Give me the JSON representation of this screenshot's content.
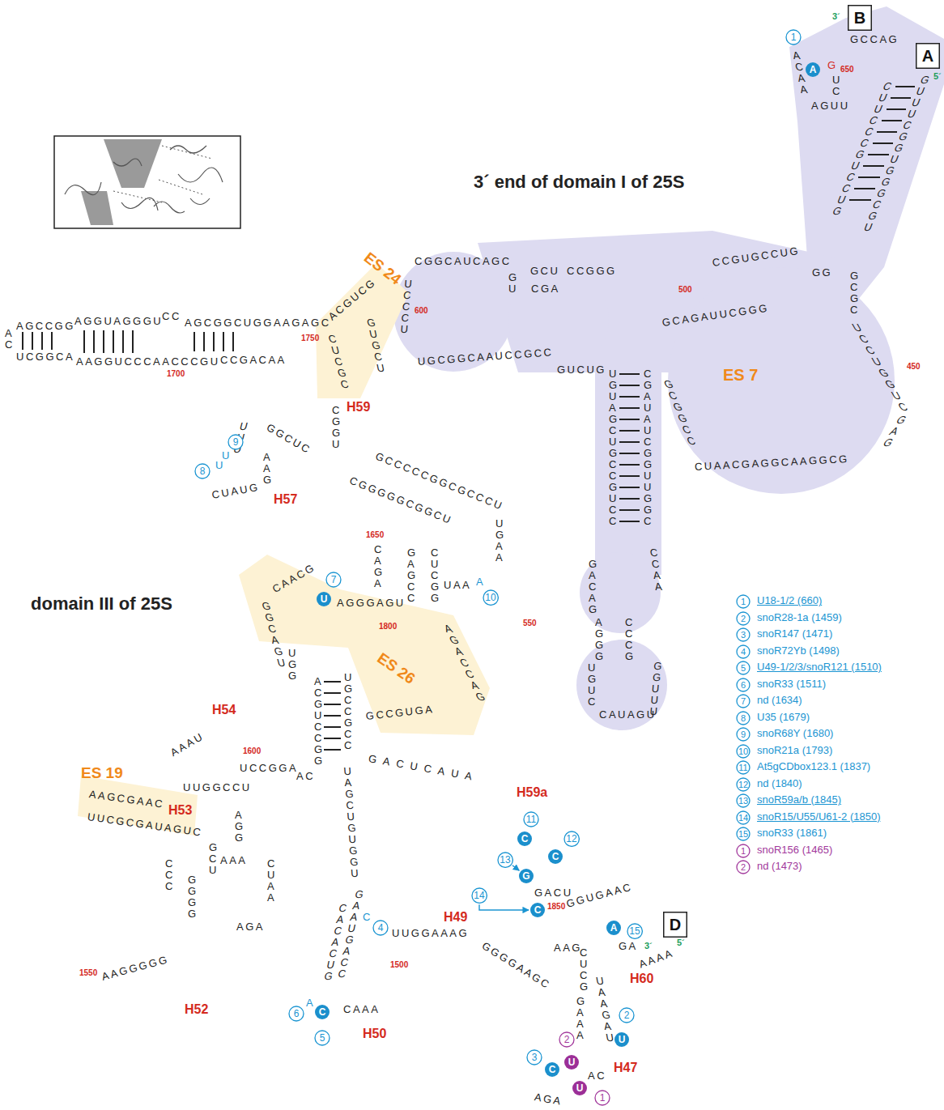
{
  "diagram": {
    "nodes": [
      {
        "text": [
          "B"
        ]
      },
      {
        "text": [
          "A"
        ]
      },
      {
        "text": [
          "D"
        ]
      },
      {
        "text": [
          "A"
        ]
      },
      {
        "text": [
          "U"
        ]
      },
      {
        "text": [
          "C"
        ]
      },
      {
        "text": [
          "C"
        ]
      },
      {
        "text": [
          "C"
        ]
      },
      {
        "text": [
          "G"
        ]
      },
      {
        "text": [
          "C"
        ]
      },
      {
        "text": [
          "A"
        ]
      },
      {
        "text": [
          "U"
        ]
      },
      {
        "text": [
          "C"
        ]
      },
      {
        "text": [
          "U"
        ]
      },
      {
        "text": [
          "U"
        ]
      },
      {
        "text": [
          "1"
        ]
      },
      {
        "text": [
          "7"
        ]
      },
      {
        "text": [
          "10"
        ]
      },
      {
        "text": [
          "9"
        ]
      },
      {
        "text": [
          "8"
        ]
      },
      {
        "text": [
          "6"
        ]
      },
      {
        "text": [
          "5"
        ]
      },
      {
        "text": [
          "4"
        ]
      },
      {
        "text": [
          "11"
        ]
      },
      {
        "text": [
          "12"
        ]
      },
      {
        "text": [
          "13"
        ]
      },
      {
        "text": [
          "14"
        ]
      },
      {
        "text": [
          "15"
        ]
      },
      {
        "text": [
          "2"
        ]
      },
      {
        "text": [
          "3"
        ]
      },
      {
        "text": [
          "2"
        ]
      },
      {
        "text": [
          "1"
        ]
      }
    ],
    "edges": [
      {
        "from": 25,
        "to": 8,
        "arrow": "to"
      },
      {
        "from": 26,
        "to": 9,
        "arrow": "to"
      }
    ],
    "labels": [
      "3´ end of domain I of 25S",
      "domain III of 25S",
      "ES 7",
      "ES 24",
      "ES 26",
      "ES 19",
      "H59",
      "H57",
      "H54",
      "H53",
      "H52",
      "H50",
      "H49",
      "H59a",
      "H60",
      "H47",
      "650",
      "600",
      "500",
      "450",
      "550",
      "1750",
      "1700",
      "1650",
      "1800",
      "1600",
      "1550",
      "1500",
      "1850",
      "3´",
      "5´",
      "3´",
      "5´",
      "1",
      "2",
      "3",
      "4",
      "5",
      "6",
      "7",
      "8",
      "9",
      "10",
      "11",
      "12",
      "13",
      "14",
      "15",
      "1",
      "2",
      "U",
      "U",
      "C",
      "A",
      "A",
      "G",
      "GCCAG",
      "ACAA",
      "AGUU",
      "UC",
      "GUUUCGGUGGGCGU",
      "CUUCCCGUCCUG",
      "CCGUGCCUG",
      "GG",
      "GCGC",
      "GCAGAUUCGGG",
      "UCCUGGUC",
      "GAG",
      "CUAACGAGGCAAGGCG",
      "GCGGCC",
      "UGUAGCUGCCGUCC",
      "CGAUAUCGGUUGGC",
      "GUCUG",
      "GCU",
      "CGA",
      "CCGGG",
      "CGGCAUCAGC",
      "UCCCU",
      "UGCGGCAAUCCGCC",
      "GU",
      "GACAG",
      "CCAA",
      "AGGG",
      "CCCG",
      "UGUC",
      "CAUAGU",
      "GGUUU",
      "AGCCGG",
      "AGGUAGGGU",
      "CC",
      "AGCGGCUGGAAGAGC",
      "AC",
      "UCGGCA",
      "AAGGUCCCAACCCGU",
      "CCGACAA",
      "ACGUCG",
      "CUCGC",
      "GUGCU",
      "CGGU",
      "GCCCCCGGCGCCCU",
      "CGGGGGCGGCU",
      "UGAA",
      "UUU",
      "GGCUC",
      "AAG",
      "CUAUG",
      "CAGA",
      "CAACG",
      "GGCAGU",
      "AGGGAGU",
      "GAGCC",
      "CUCGG",
      "UAA",
      "AGACCAG",
      "GCCGUGA",
      "UGG",
      "ACGUCCGG",
      "UGCCGCC",
      "AAAU",
      "UCCGGA",
      "UUGGCCU",
      "AC",
      "AGG",
      "AAGCGAAC",
      "UUCGCGAUAGUC",
      "CCC",
      "GGGG",
      "GCU",
      "AAGGGGG",
      "AAA",
      "AGA",
      "CUAA",
      "UAGCUGUGGU",
      "GACUCAUA",
      "CACACUG",
      "GAAUGACC",
      "CAAA",
      "UUGGAAAG",
      "GGGGAAGC",
      "GACU",
      "GGUGAAC",
      "CUCG",
      "AAG",
      "GA",
      "AAAA",
      "UAAGAU",
      "GAAA",
      "AC",
      "AGA"
    ],
    "legend": [
      {
        "text": "U18-1/2 (660)",
        "color": "#1b95d2"
      },
      {
        "text": "snoR28-1a (1459)",
        "color": "#1b95d2"
      },
      {
        "text": "snoR147 (1471)",
        "color": "#1b95d2"
      },
      {
        "text": "snoR72Yb (1498)",
        "color": "#1b95d2"
      },
      {
        "text": "U49-1/2/3/snoR121 (1510)",
        "color": "#1b95d2"
      },
      {
        "text": "snoR33 (1511)",
        "color": "#1b95d2"
      },
      {
        "text": "nd (1634)",
        "color": "#1b95d2"
      },
      {
        "text": "U35 (1679)",
        "color": "#1b95d2"
      },
      {
        "text": "snoR68Y (1680)",
        "color": "#1b95d2"
      },
      {
        "text": "snoR21a (1793)",
        "color": "#1b95d2"
      },
      {
        "text": "At5gCDbox123.1 (1837)",
        "color": "#1b95d2"
      },
      {
        "text": "nd (1840)",
        "color": "#1b95d2"
      },
      {
        "text": "snoR59a/b (1845)",
        "color": "#1b95d2"
      },
      {
        "text": "snoR15/U55/U61-2 (1850)",
        "color": "#1b95d2"
      },
      {
        "text": "snoR33 (1861)",
        "color": "#1b95d2"
      },
      {
        "text": "snoR156 (1465)",
        "color": "#a2399c"
      },
      {
        "text": "nd (1473)",
        "color": "#a2399c"
      }
    ]
  }
}
